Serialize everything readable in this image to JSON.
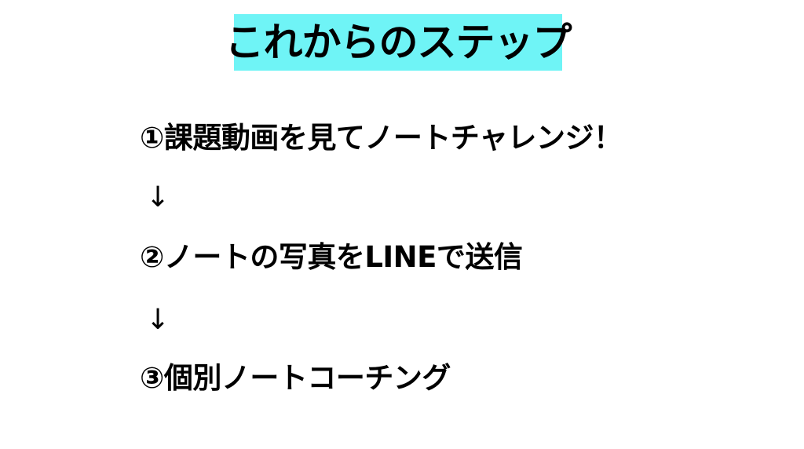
{
  "title": "これからのステップ",
  "title_bg_color": "#6ff4f6",
  "steps": [
    {
      "text": "①課題動画を見てノートチャレンジ！"
    },
    {
      "text": "②ノートの写真をLINEで送信"
    },
    {
      "text": "③個別ノートコーチング"
    }
  ],
  "arrows": [
    "↓",
    "↓"
  ]
}
